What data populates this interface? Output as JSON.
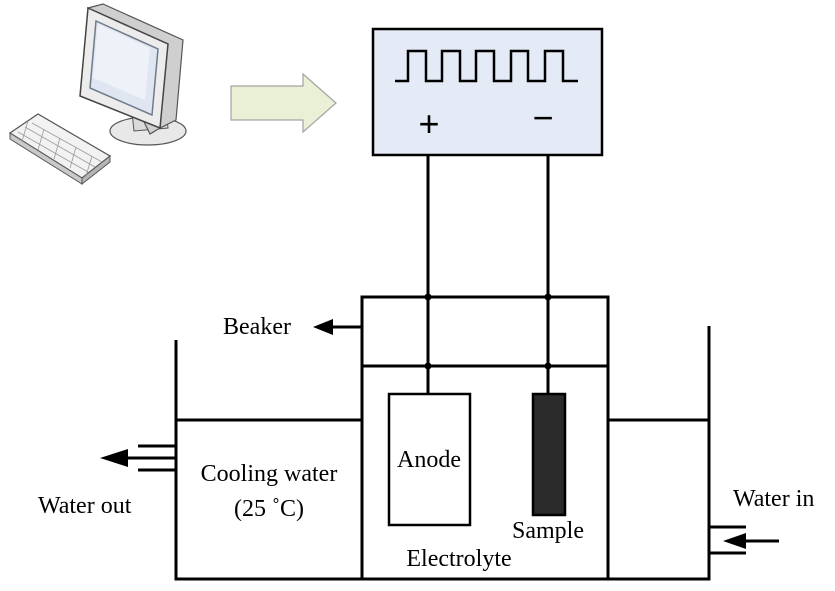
{
  "labels": {
    "beaker": "Beaker",
    "cooling_water": "Cooling water",
    "temperature": "(25 ˚C)",
    "anode": "Anode",
    "sample": "Sample",
    "electrolyte": "Electrolyte",
    "water_out": "Water out",
    "water_in": "Water in"
  },
  "power_supply": {
    "positive_sign": "+",
    "negative_sign": "−",
    "waveform": "square-pulse"
  },
  "icons": {
    "computer": "computer-icon",
    "signal_arrow": "arrow-right-icon"
  },
  "colors": {
    "power_supply_fill": "#e4eaf6",
    "arrow_fill": "#e9f0d6",
    "sample_fill": "#2b2b2b",
    "line": "#000000"
  }
}
